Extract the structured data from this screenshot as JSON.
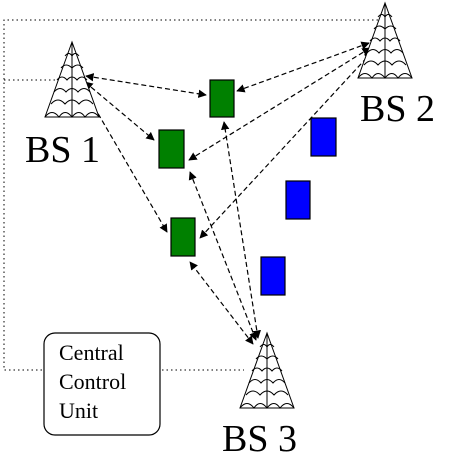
{
  "diagram": {
    "base_stations": [
      {
        "id": "bs1",
        "label": "BS 1"
      },
      {
        "id": "bs2",
        "label": "BS 2"
      },
      {
        "id": "bs3",
        "label": "BS 3"
      }
    ],
    "central_control_unit": {
      "lines": [
        "Central",
        "Control",
        "Unit"
      ]
    },
    "colors": {
      "green_terminal": "#008000",
      "blue_terminal": "#0000ff",
      "line": "#000000",
      "background": "#ffffff"
    }
  }
}
